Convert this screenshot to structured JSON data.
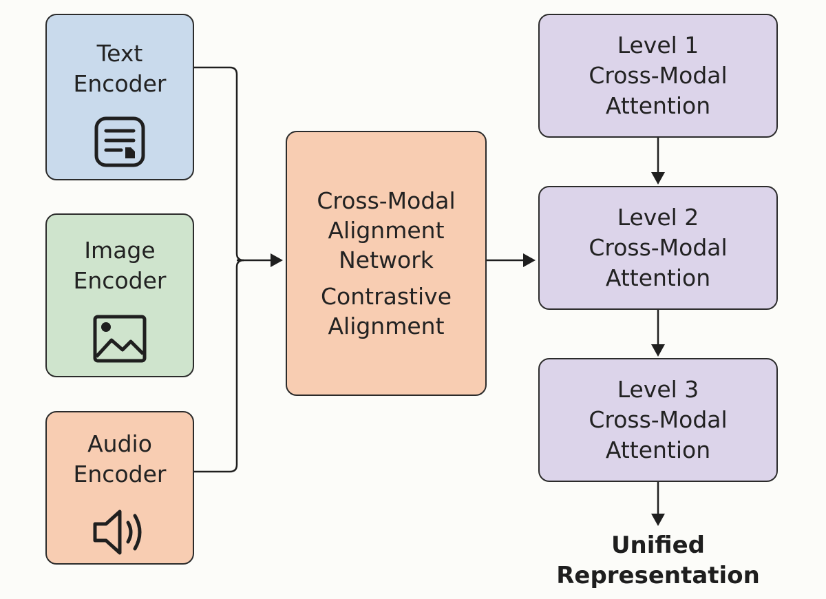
{
  "inputs": [
    {
      "label_line1": "Text",
      "label_line2": "Encoder",
      "icon": "document-icon",
      "color": "#c9daec"
    },
    {
      "label_line1": "Image",
      "label_line2": "Encoder",
      "icon": "image-icon",
      "color": "#cfe4cd"
    },
    {
      "label_line1": "Audio",
      "label_line2": "Encoder",
      "icon": "speaker-icon",
      "color": "#f8cdb2"
    }
  ],
  "center": {
    "line1": "Cross-Modal",
    "line2": "Alignment",
    "line3": "Network",
    "sub_line1": "Contrastive",
    "sub_line2": "Alignment",
    "color": "#f8cdb2"
  },
  "levels": [
    {
      "title": "Level 1",
      "line2": "Cross-Modal",
      "line3": "Attention"
    },
    {
      "title": "Level 2",
      "line2": "Cross-Modal",
      "line3": "Attention"
    },
    {
      "title": "Level 3",
      "line2": "Cross-Modal",
      "line3": "Attention"
    }
  ],
  "level_color": "#dcd4ea",
  "output": {
    "line1": "Unified",
    "line2": "Representation"
  }
}
